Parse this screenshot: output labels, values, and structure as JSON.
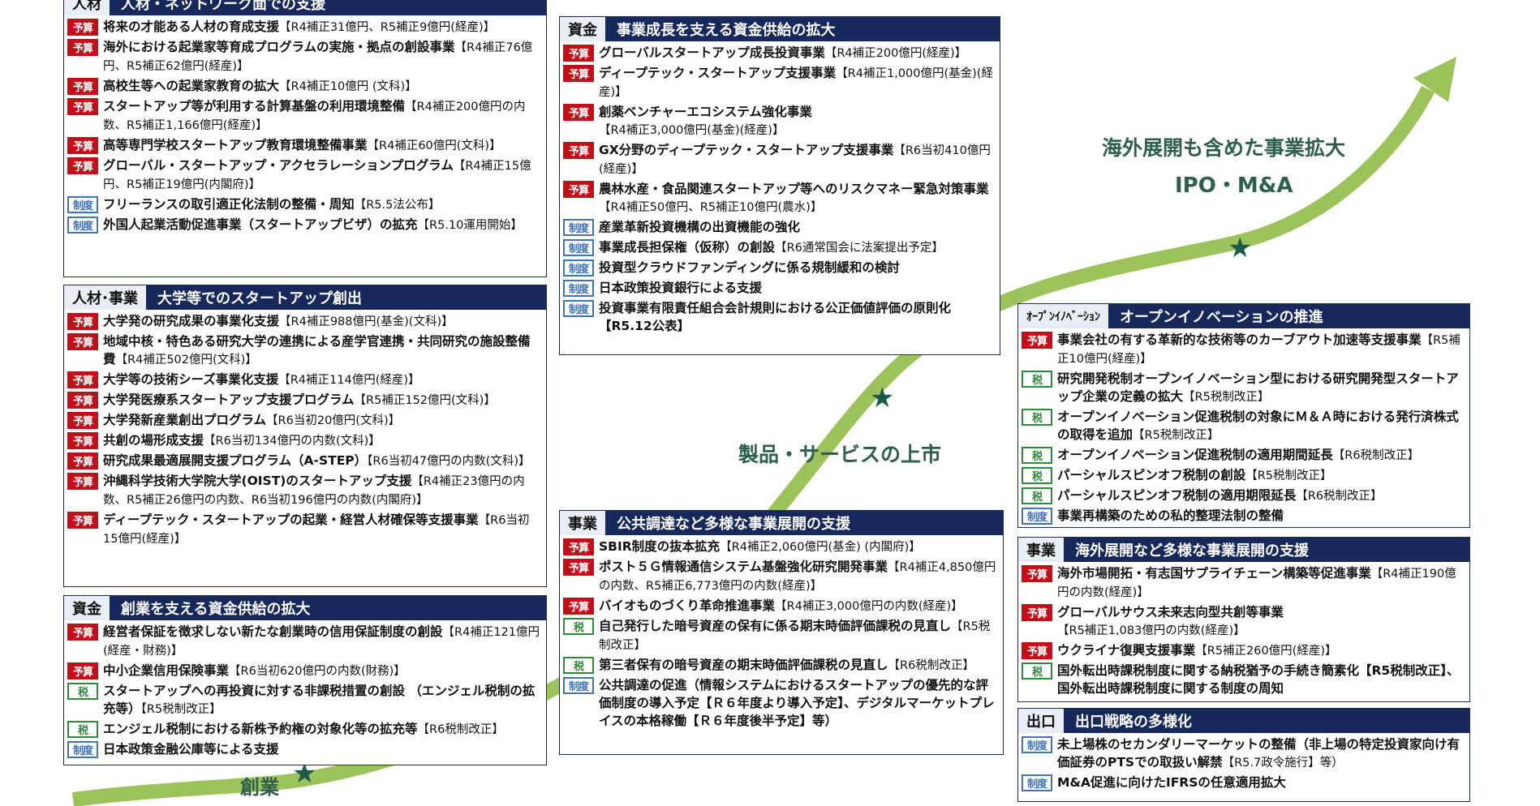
{
  "colors": {
    "navy": "#17285a",
    "yosan": "#c0111a",
    "seido": "#3f74b6",
    "zei": "#2f8a3c",
    "curve": "#9cc35a",
    "stage_text": "#2e5e4e"
  },
  "stages": {
    "sogyo": "創業",
    "jojo": "製品・サービスの上市",
    "expansion": "海外展開も含めた事業拡大",
    "ipo": "IPO・M&A"
  },
  "panels": [
    {
      "tag": "人材",
      "title": "人材・ネットワーク面での支援",
      "items": [
        {
          "badge": "予算",
          "title": "将来の才能ある人材の育成支援",
          "detail": "【R4補正31億円、R5補正9億円(経産)】"
        },
        {
          "badge": "予算",
          "title": "海外における起業家等育成プログラムの実施・拠点の創設事業",
          "detail": "【R4補正76億円、R5補正62億円(経産)】"
        },
        {
          "badge": "予算",
          "title": "高校生等への起業家教育の拡大",
          "detail": "【R4補正10億円 (文科)】"
        },
        {
          "badge": "予算",
          "title": "スタートアップ等が利用する計算基盤の利用環境整備",
          "detail": "【R4補正200億円の内数、R5補正1,166億円(経産)】"
        },
        {
          "badge": "予算",
          "title": "高等専門学校スタートアップ教育環境整備事業",
          "detail": "【R4補正60億円(文科)】"
        },
        {
          "badge": "予算",
          "title": "グローバル・スタートアップ・アクセラレーションプログラム",
          "detail": "【R4補正15億円、R5補正19億円(内閣府)】"
        },
        {
          "badge": "制度",
          "title": "フリーランスの取引適正化法制の整備・周知",
          "detail": "【R5.5法公布】"
        },
        {
          "badge": "制度",
          "title": "外国人起業活動促進事業（スタートアップビザ）の拡充",
          "detail": "【R5.10運用開始】"
        }
      ]
    },
    {
      "tag": "人材･事業",
      "title": "大学等でのスタートアップ創出",
      "items": [
        {
          "badge": "予算",
          "title": "大学発の研究成果の事業化支援",
          "detail": "【R4補正988億円(基金)(文科)】"
        },
        {
          "badge": "予算",
          "title": "地域中核・特色ある研究大学の連携による産学官連携・共同研究の施設整備費",
          "detail": "【R4補正502億円(文科)】"
        },
        {
          "badge": "予算",
          "title": "大学等の技術シーズ事業化支援",
          "detail": "【R4補正114億円(経産)】"
        },
        {
          "badge": "予算",
          "title": "大学発医療系スタートアップ支援プログラム",
          "detail": "【R5補正152億円(文科)】"
        },
        {
          "badge": "予算",
          "title": "大学発新産業創出プログラム",
          "detail": "【R6当初20億円(文科)】"
        },
        {
          "badge": "予算",
          "title": "共創の場形成支援",
          "detail": "【R6当初134億円の内数(文科)】"
        },
        {
          "badge": "予算",
          "title": "研究成果最適展開支援プログラム（A-STEP）",
          "detail": "【R6当初47億円の内数(文科)】"
        },
        {
          "badge": "予算",
          "title": "沖縄科学技術大学院大学(OIST)のスタートアップ支援",
          "detail": "【R4補正23億円の内数、R5補正26億円の内数、R6当初196億円の内数(内閣府)】"
        },
        {
          "badge": "予算",
          "title": "ディープテック・スタートアップの起業・経営人材確保等支援事業",
          "detail": "【R6当初15億円(経産)】"
        }
      ]
    },
    {
      "tag": "資金",
      "title": "創業を支える資金供給の拡大",
      "items": [
        {
          "badge": "予算",
          "title": "経営者保証を徴求しない新たな創業時の信用保証制度の創設",
          "detail": "【R4補正121億円(経産・財務)】"
        },
        {
          "badge": "予算",
          "title": "中小企業信用保険事業",
          "detail": "【R6当初620億円の内数(財務)】"
        },
        {
          "badge": "税",
          "title": "スタートアップへの再投資に対する非課税措置の創設 （エンジェル税制の拡充等）",
          "detail": "【R5税制改正】"
        },
        {
          "badge": "税",
          "title": "エンジェル税制における新株予約権の対象化等の拡充等",
          "detail": "【R6税制改正】"
        },
        {
          "badge": "制度",
          "title": "日本政策金融公庫等による支援",
          "detail": ""
        }
      ]
    },
    {
      "tag": "資金",
      "title": "事業成長を支える資金供給の拡大",
      "items": [
        {
          "badge": "予算",
          "title": "グローバルスタートアップ成長投資事業",
          "detail": "【R4補正200億円(経産)】"
        },
        {
          "badge": "予算",
          "title": "ディープテック・スタートアップ支援事業",
          "detail": "【R4補正1,000億円(基金)(経産)】"
        },
        {
          "badge": "予算",
          "title": "創薬ベンチャーエコシステム強化事業",
          "detail": "【R4補正3,000億円(基金)(経産)】"
        },
        {
          "badge": "予算",
          "title": "GX分野のディープテック・スタートアップ支援事業",
          "detail": "【R6当初410億円(経産)】"
        },
        {
          "badge": "予算",
          "title": "農林水産・食品関連スタートアップ等へのリスクマネー緊急対策事業",
          "detail": "【R4補正50億円、R5補正10億円(農水)】"
        },
        {
          "badge": "制度",
          "title": "産業革新投資機構の出資機能の強化",
          "detail": ""
        },
        {
          "badge": "制度",
          "title": "事業成長担保権（仮称）の創設",
          "detail": "【R6通常国会に法案提出予定】"
        },
        {
          "badge": "制度",
          "title": "投資型クラウドファンディングに係る規制緩和の検討",
          "detail": ""
        },
        {
          "badge": "制度",
          "title": "日本政策投資銀行による支援",
          "detail": ""
        },
        {
          "badge": "制度",
          "title": "投資事業有限責任組合会計規則における公正価値評価の原則化【R5.12公表】",
          "detail": ""
        }
      ]
    },
    {
      "tag": "事業",
      "title": "公共調達など多様な事業展開の支援",
      "items": [
        {
          "badge": "予算",
          "title": "SBIR制度の抜本拡充",
          "detail": "【R4補正2,060億円(基金) (内閣府)】"
        },
        {
          "badge": "予算",
          "title": "ポスト５Ｇ情報通信システム基盤強化研究開発事業",
          "detail": "【R4補正4,850億円の内数、R5補正6,773億円の内数(経産)】"
        },
        {
          "badge": "予算",
          "title": "バイオものづくり革命推進事業",
          "detail": "【R4補正3,000億円の内数(経産)】"
        },
        {
          "badge": "税",
          "title": "自己発行した暗号資産の保有に係る期末時価評価課税の見直し",
          "detail": "【R5税制改正】"
        },
        {
          "badge": "税",
          "title": "第三者保有の暗号資産の期末時価評価課税の見直し",
          "detail": "【R6税制改正】"
        },
        {
          "badge": "制度",
          "title": "公共調達の促進（情報システムにおけるスタートアップの優先的な評価制度の導入予定【Ｒ６年度より導入予定】、デジタルマーケットプレイスの本格稼働【Ｒ６年度後半予定】等）",
          "detail": ""
        }
      ]
    },
    {
      "tag": "ｵｰﾌﾟﾝｲﾉﾍﾞｰｼｮﾝ",
      "title": "オープンイノベーションの推進",
      "items": [
        {
          "badge": "予算",
          "title": "事業会社の有する革新的な技術等のカーブアウト加速等支援事業",
          "detail": "【R5補正10億円(経産)】"
        },
        {
          "badge": "税",
          "title": "研究開発税制オープンイノベーション型における研究開発型スタートアップ企業の定義の拡大",
          "detail": "【R5税制改正】"
        },
        {
          "badge": "税",
          "title": "オープンイノベーション促進税制の対象にＭ＆Ａ時における発行済株式の取得を追加",
          "detail": "【R5税制改正】"
        },
        {
          "badge": "税",
          "title": "オープンイノベーション促進税制の適用期間延長",
          "detail": "【R6税制改正】"
        },
        {
          "badge": "税",
          "title": "パーシャルスピンオフ税制の創設",
          "detail": "【R5税制改正】"
        },
        {
          "badge": "税",
          "title": "パーシャルスピンオフ税制の適用期限延長",
          "detail": "【R6税制改正】"
        },
        {
          "badge": "制度",
          "title": "事業再構築のための私的整理法制の整備",
          "detail": ""
        }
      ]
    },
    {
      "tag": "事業",
      "title": "海外展開など多様な事業展開の支援",
      "items": [
        {
          "badge": "予算",
          "title": "海外市場開拓・有志国サプライチェーン構築等促進事業",
          "detail": "【R4補正190億円の内数(経産)】"
        },
        {
          "badge": "予算",
          "title": "グローバルサウス未来志向型共創等事業",
          "detail": "【R5補正1,083億円の内数(経産)】"
        },
        {
          "badge": "予算",
          "title": "ウクライナ復興支援事業",
          "detail": "【R5補正260億円(経産)】"
        },
        {
          "badge": "税",
          "title": "国外転出時課税制度に関する納税猶予の手続き簡素化【R5税制改正】、国外転出時課税制度に関する制度の周知",
          "detail": ""
        }
      ]
    },
    {
      "tag": "出口",
      "title": "出口戦略の多様化",
      "items": [
        {
          "badge": "制度",
          "title": "未上場株のセカンダリーマーケットの整備（非上場の特定投資家向け有価証券のPTSでの取扱い解禁",
          "detail": "【R5.7政令施行】等）"
        },
        {
          "badge": "制度",
          "title": "M&A促進に向けたIFRSの任意適用拡大",
          "detail": ""
        }
      ]
    }
  ]
}
